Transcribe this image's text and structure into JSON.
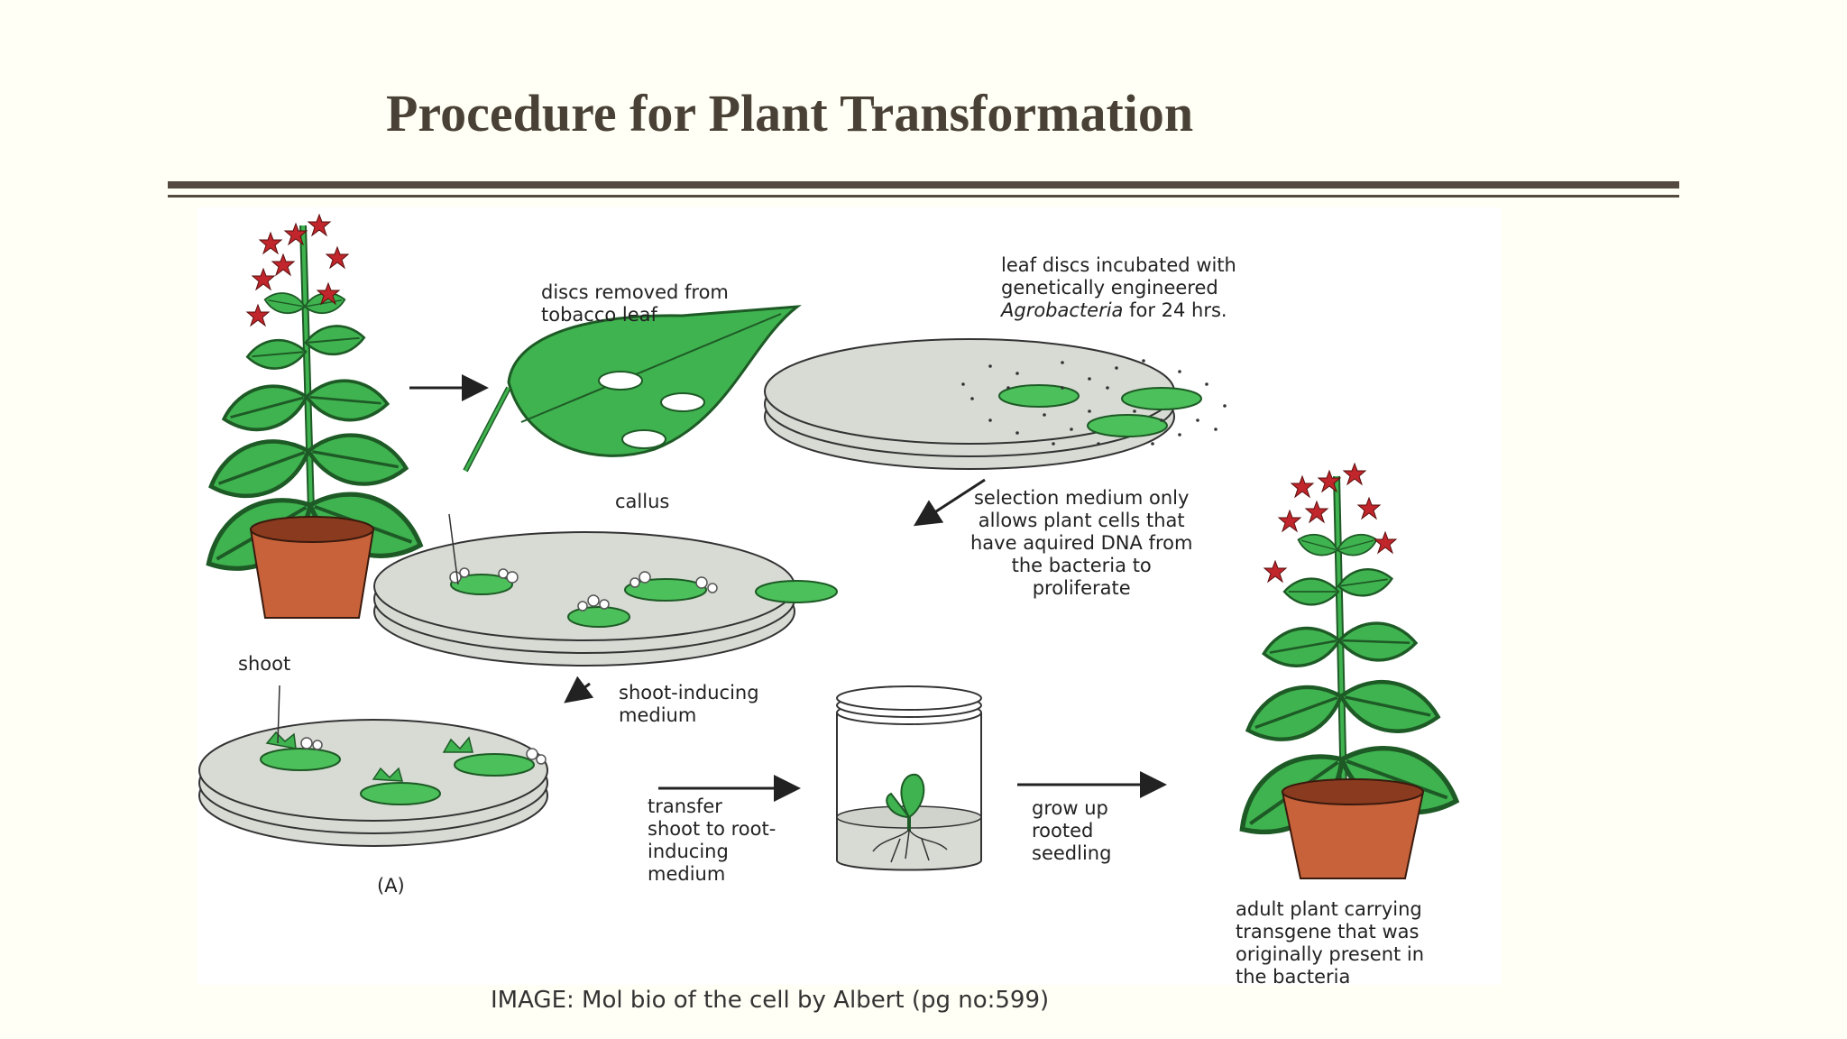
{
  "slide": {
    "title": "Procedure for Plant Transformation",
    "caption": "IMAGE: Mol bio of the cell by Albert (pg no:599)"
  },
  "diagram": {
    "panel_label": "(A)",
    "labels": {
      "discs_removed_1": "discs removed from",
      "discs_removed_2": "tobacco leaf",
      "incubated_1": "leaf discs incubated with",
      "incubated_2": "genetically engineered",
      "incubated_3_italic": "Agrobacteria",
      "incubated_3_rest": " for 24 hrs.",
      "callus": "callus",
      "selection_1": "selection medium only",
      "selection_2": "allows plant cells that",
      "selection_3": "have aquired DNA from",
      "selection_4": "the bacteria to",
      "selection_5": "proliferate",
      "shoot": "shoot",
      "shoot_medium_1": "shoot-inducing",
      "shoot_medium_2": "medium",
      "transfer_1": "transfer",
      "transfer_2": "shoot to root-",
      "transfer_3": "inducing",
      "transfer_4": "medium",
      "grow_1": "grow up",
      "grow_2": "rooted",
      "grow_3": "seedling",
      "adult_1": "adult plant carrying",
      "adult_2": "transgene that was",
      "adult_3": "originally present in",
      "adult_4": "the bacteria"
    },
    "colors": {
      "leaf_green": "#3fb34f",
      "leaf_outline": "#1e5a26",
      "flower_red": "#c0262b",
      "pot": "#c8623a",
      "dish": "#d7dbd4",
      "disc": "#4cc05a"
    }
  }
}
